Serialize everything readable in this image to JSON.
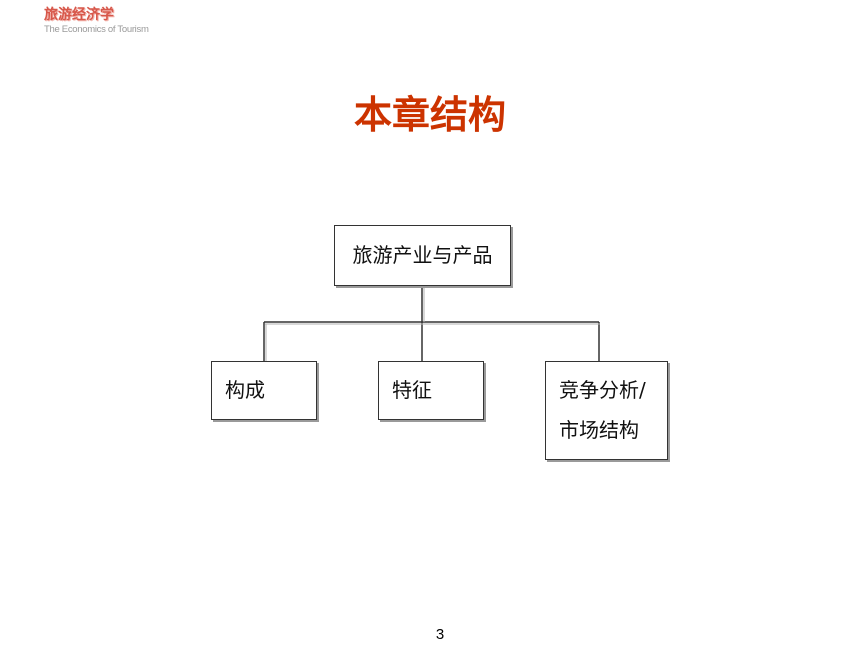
{
  "header": {
    "logo_cn": "旅游经济学",
    "logo_en": "The Economics of Tourism"
  },
  "slide": {
    "title": "本章结构",
    "title_color": "#cc3300",
    "page_number": "3"
  },
  "diagram": {
    "root": "旅游产业与产品",
    "children": [
      {
        "lines": [
          "构成"
        ]
      },
      {
        "lines": [
          "特征"
        ]
      },
      {
        "lines": [
          "竞争分析/",
          "市场结构"
        ]
      }
    ]
  }
}
